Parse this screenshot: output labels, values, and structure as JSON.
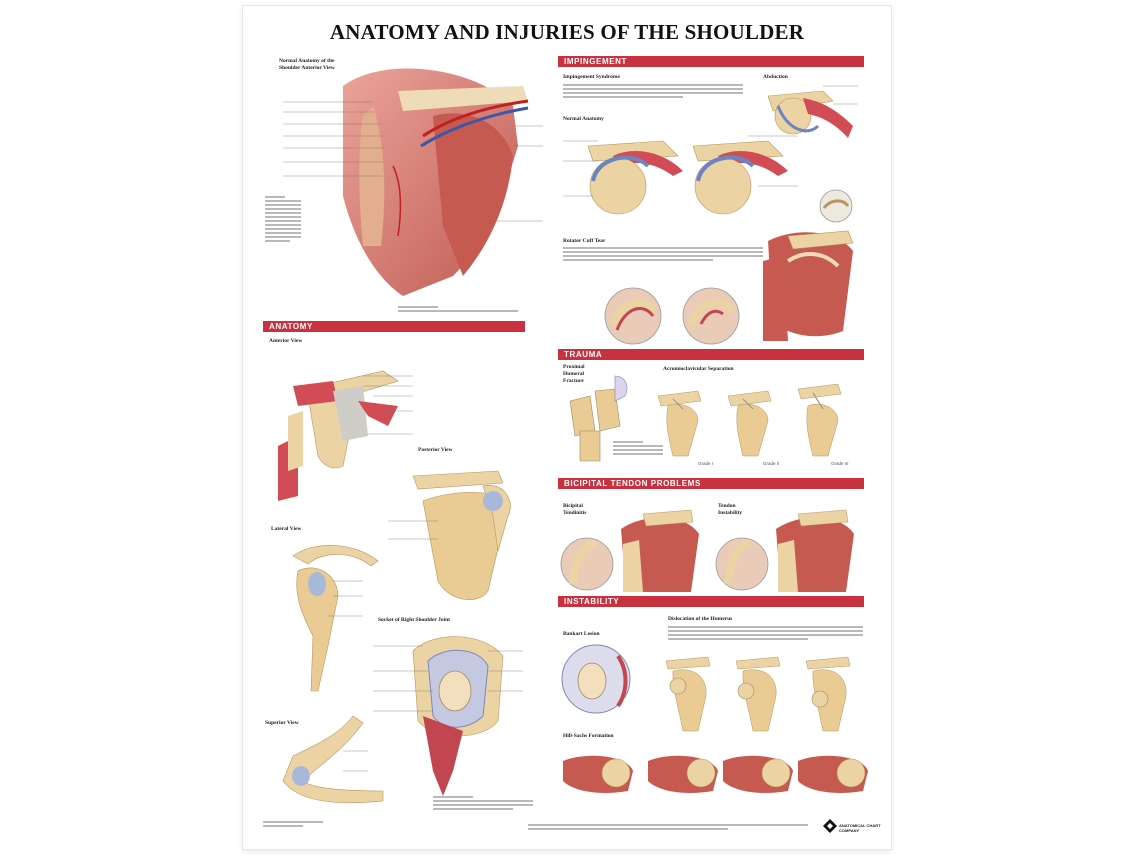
{
  "title": "ANATOMY AND INJURIES OF THE SHOULDER",
  "sections": {
    "anatomy": "ANATOMY",
    "impingement": "IMPINGEMENT",
    "trauma": "TRAUMA",
    "bicipital": "BICIPITAL TENDON PROBLEMS",
    "instability": "INSTABILITY"
  },
  "subtitles": {
    "normal_anatomy": "Normal Anatomy of the Shoulder Anterior View",
    "anterior_view": "Anterior View",
    "posterior_view": "Posterior View",
    "lateral_view": "Lateral View",
    "superior_view": "Superior View",
    "socket": "Socket of Right Shoulder Joint",
    "impingement_syndrome": "Impingement Syndrome",
    "abduction": "Abduction",
    "normal_anatomy_2": "Normal Anatomy",
    "rotator_cuff_tear": "Rotator Cuff Tear",
    "proximal_fracture": "Proximal Humeral Fracture",
    "ac_separation": "Acromioclavicular Separation",
    "grade1": "Grade I",
    "grade2": "Grade II",
    "grade3": "Grade III",
    "bicipital_tendinitis": "Bicipital Tendinitis",
    "tendon_instability": "Tendon Instability",
    "bankart_lesion": "Bankart Lesion",
    "dislocation": "Dislocation of the Humerus",
    "hill_sachs": "Hill-Sachs Formation"
  },
  "footer": {
    "logo": "ANATOMICAL CHART COMPANY"
  },
  "colors": {
    "band": "#c8323e",
    "muscle": "#c95a52",
    "bone": "#ecd3a3",
    "ligament": "#d9d6cf",
    "cartilage": "#a8b8d8"
  }
}
